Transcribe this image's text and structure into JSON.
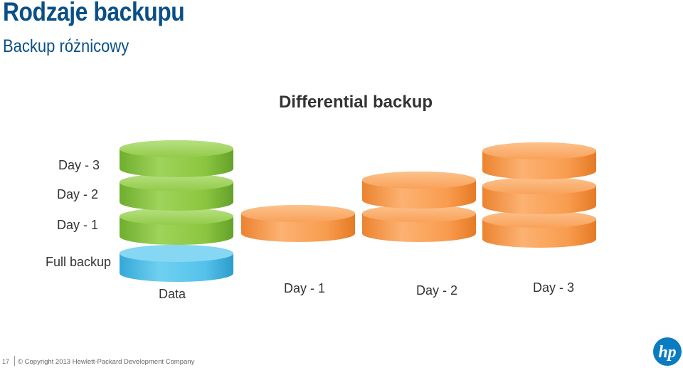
{
  "title": "Rodzaje backupu",
  "subtitle": "Backup różnicowy",
  "diagram": {
    "title": "Differential backup",
    "layer_labels": [
      "Day - 3",
      "Day - 2",
      "Day - 1",
      "Full backup"
    ],
    "column_labels": [
      "Data",
      "Day - 1",
      "Day - 2",
      "Day - 3"
    ],
    "colors": {
      "full_backup": "#5bc4e8",
      "daily_increment": "#8dc63f",
      "differential": "#f79645"
    }
  },
  "footer": {
    "slide_number": "17",
    "copyright": "© Copyright 2013 Hewlett-Packard Development Company"
  },
  "logo_text": "hp"
}
